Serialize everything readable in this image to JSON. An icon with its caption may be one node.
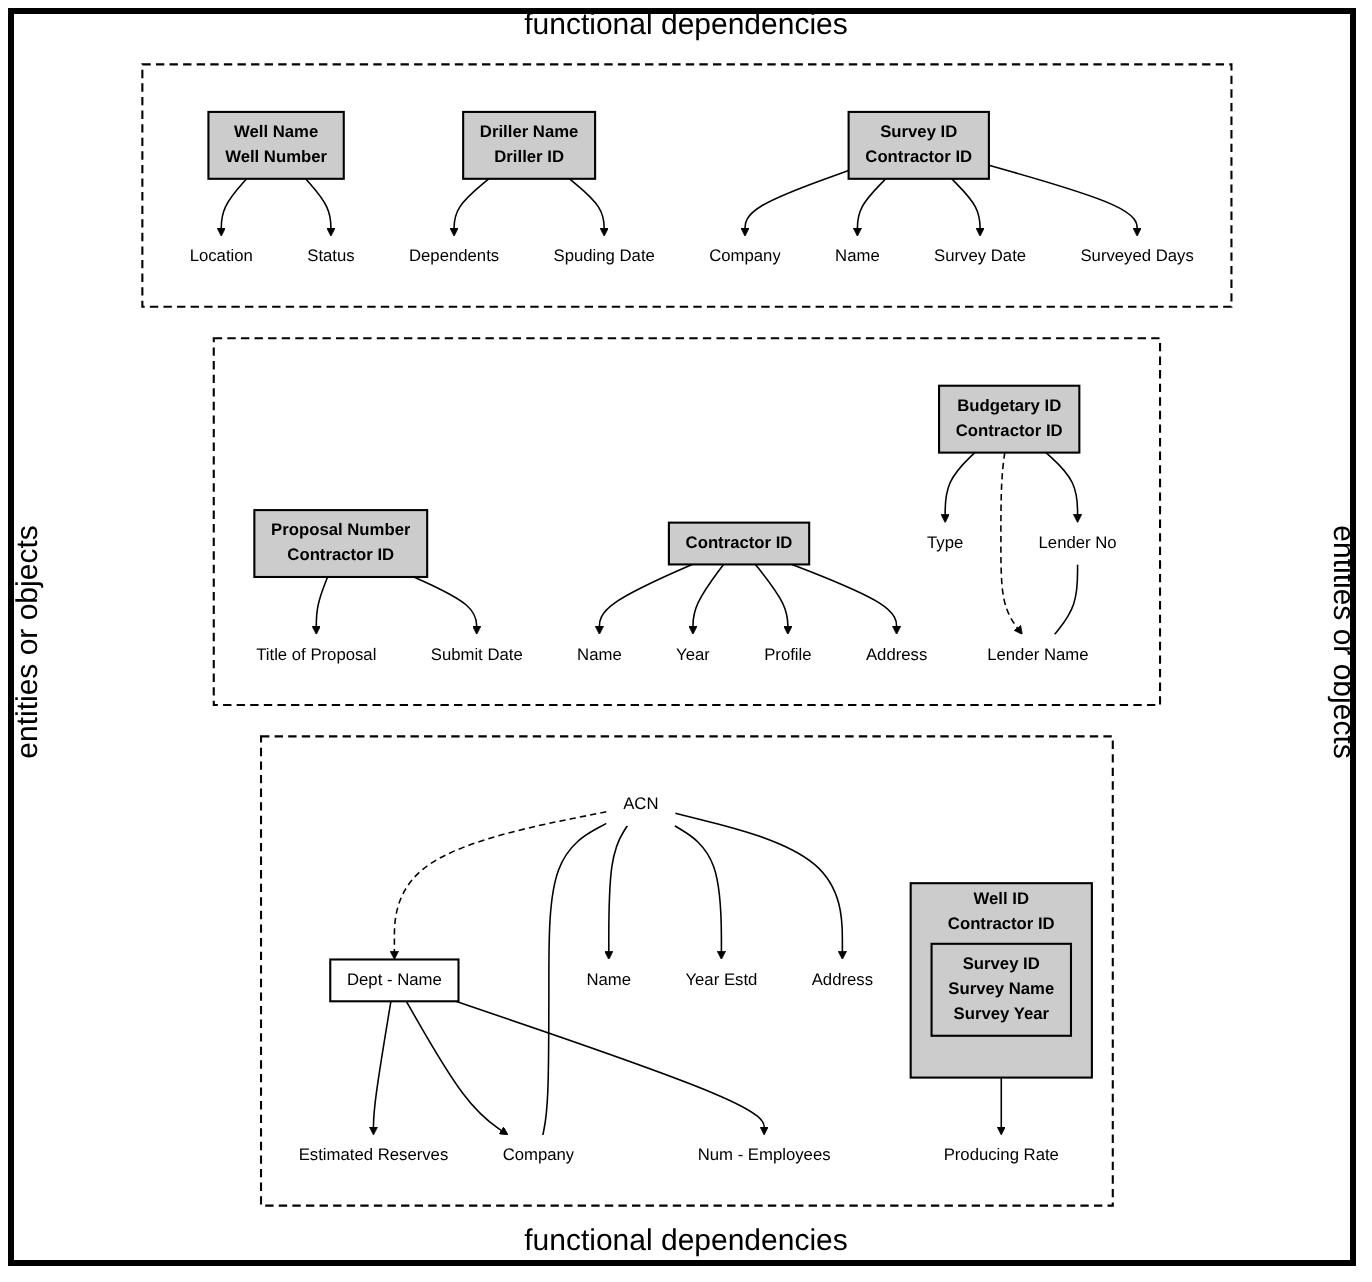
{
  "diagram": {
    "nodes": [
      {
        "text": [],
        "shape": "box"
      },
      {
        "text": [
          "Well Name",
          "Well Number"
        ],
        "in": 0
      },
      {
        "text": [
          "Location"
        ],
        "in": 0
      },
      {
        "text": [
          "Status"
        ],
        "in": 0
      },
      {
        "text": [
          "Driller Name",
          "Driller ID"
        ],
        "in": 0
      },
      {
        "text": [
          "Dependents"
        ],
        "in": 0
      },
      {
        "text": [
          "Spuding Date"
        ],
        "in": 0
      },
      {
        "text": [
          "Survey ID",
          "Contractor ID"
        ],
        "in": 0
      },
      {
        "text": [
          "Company"
        ],
        "in": 0
      },
      {
        "text": [
          "Name"
        ],
        "in": 0
      },
      {
        "text": [
          "Survey Date"
        ],
        "in": 0
      },
      {
        "text": [
          "Surveyed Days"
        ],
        "in": 0
      },
      {
        "text": [],
        "shape": "box"
      },
      {
        "text": [
          "Proposal Number",
          "Contractor ID"
        ],
        "in": 12
      },
      {
        "text": [
          "Title of Proposal"
        ],
        "in": 12
      },
      {
        "text": [
          "Submit Date"
        ],
        "in": 12
      },
      {
        "text": [
          "Contractor ID"
        ],
        "in": 12
      },
      {
        "text": [
          "Name"
        ],
        "in": 12
      },
      {
        "text": [
          "Year"
        ],
        "in": 12
      },
      {
        "text": [
          "Profile"
        ],
        "in": 12
      },
      {
        "text": [
          "Address"
        ],
        "in": 12
      },
      {
        "text": [
          "Budgetary ID",
          "Contractor ID"
        ],
        "in": 12
      },
      {
        "text": [
          "Type"
        ],
        "in": 12
      },
      {
        "text": [
          "Lender No"
        ],
        "in": 12
      },
      {
        "text": [
          "Lender Name"
        ],
        "in": 12
      },
      {
        "text": [],
        "shape": "box"
      },
      {
        "text": [
          "Well ID",
          "Contractor ID"
        ],
        "in": 25
      },
      {
        "text": [
          "Survey ID",
          "Survey Name",
          "Survey Year"
        ],
        "in": 26
      },
      {
        "text": [
          "Producing Rate"
        ],
        "in": 25
      },
      {
        "text": [
          "Dept - Name"
        ],
        "in": 25
      },
      {
        "text": [
          "Estimated Reserves"
        ],
        "in": 25
      },
      {
        "text": [
          "ACN"
        ],
        "in": 25
      },
      {
        "text": [
          "Name"
        ],
        "in": 25
      },
      {
        "text": [
          "Year Estd"
        ],
        "in": 25
      },
      {
        "text": [
          "Address"
        ],
        "in": 25
      },
      {
        "text": [
          "Company"
        ],
        "in": 25
      },
      {
        "text": [
          "Num - Employees"
        ],
        "in": 25
      }
    ],
    "edges": [
      {
        "from": 1,
        "to": 2,
        "arrow": "to"
      },
      {
        "from": 1,
        "to": 3,
        "arrow": "to"
      },
      {
        "from": 4,
        "to": 5,
        "arrow": "to"
      },
      {
        "from": 4,
        "to": 6,
        "arrow": "to"
      },
      {
        "from": 7,
        "to": 8,
        "arrow": "to"
      },
      {
        "from": 7,
        "to": 9,
        "arrow": "to"
      },
      {
        "from": 7,
        "to": 10,
        "arrow": "to"
      },
      {
        "from": 7,
        "to": 11,
        "arrow": "to"
      },
      {
        "from": 13,
        "to": 14,
        "arrow": "to"
      },
      {
        "from": 13,
        "to": 15,
        "arrow": "to"
      },
      {
        "from": 16,
        "to": 17,
        "arrow": "to"
      },
      {
        "from": 16,
        "to": 18,
        "arrow": "to"
      },
      {
        "from": 16,
        "to": 19,
        "arrow": "to"
      },
      {
        "from": 16,
        "to": 20,
        "arrow": "to"
      },
      {
        "from": 21,
        "to": 22,
        "arrow": "to"
      },
      {
        "from": 21,
        "to": 23,
        "arrow": "to"
      },
      {
        "from": 21,
        "to": 24,
        "arrow": "to",
        "style": "dashed"
      },
      {
        "from": 23,
        "to": 24,
        "arrow": "none"
      },
      {
        "from": 26,
        "to": 28,
        "arrow": "to"
      },
      {
        "from": 29,
        "to": 30,
        "arrow": "to"
      },
      {
        "from": 31,
        "to": 29,
        "arrow": "to",
        "style": "dashed"
      },
      {
        "from": 29,
        "to": 35,
        "arrow": "to"
      },
      {
        "from": 29,
        "to": 36,
        "arrow": "to"
      },
      {
        "from": 31,
        "to": 32,
        "arrow": "to"
      },
      {
        "from": 31,
        "to": 33,
        "arrow": "to"
      },
      {
        "from": 31,
        "to": 34,
        "arrow": "to"
      },
      {
        "from": 31,
        "to": 35,
        "arrow": "none"
      }
    ],
    "labels": [
      "functional dependencies",
      "entities or objects",
      "entities or objects",
      "functional dependencies"
    ]
  }
}
